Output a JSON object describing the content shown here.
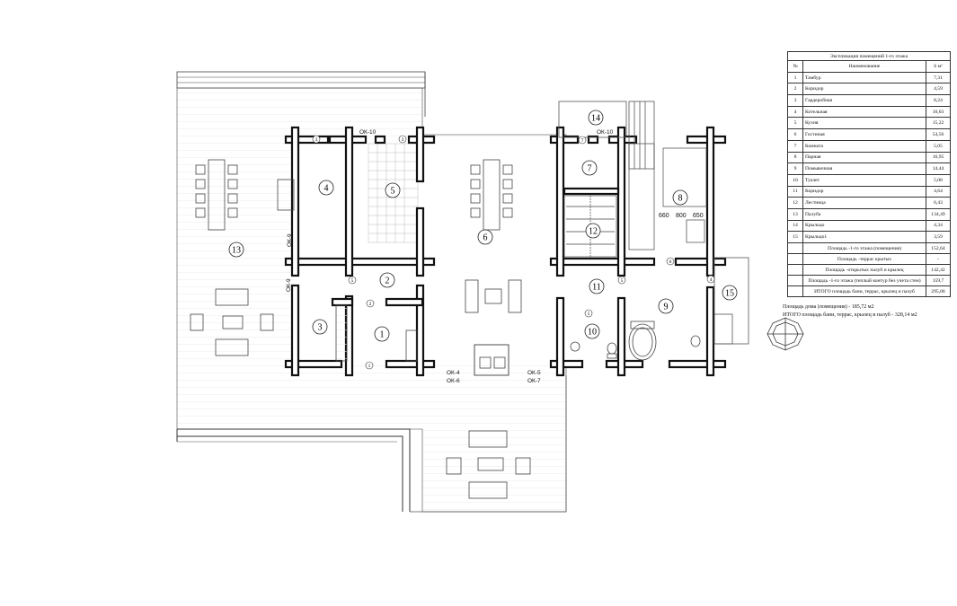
{
  "table": {
    "title": "Экспликация помещений 1-го этажа",
    "headers": [
      "№",
      "Наименование",
      "S м²"
    ],
    "rows": [
      {
        "no": "1",
        "name": "Тамбур",
        "area": "7,31"
      },
      {
        "no": "2",
        "name": "Коридор",
        "area": "4,59"
      },
      {
        "no": "3",
        "name": "Гардеробная",
        "area": "8,24"
      },
      {
        "no": "4",
        "name": "Котельная",
        "area": "10,03"
      },
      {
        "no": "5",
        "name": "Кухня",
        "area": "15,22"
      },
      {
        "no": "6",
        "name": "Гостиная",
        "area": "54,56"
      },
      {
        "no": "7",
        "name": "Комната",
        "area": "5,05"
      },
      {
        "no": "8",
        "name": "Парная",
        "area": "16,95"
      },
      {
        "no": "9",
        "name": "Помывочная",
        "area": "14,44"
      },
      {
        "no": "10",
        "name": "Туалет",
        "area": "5,08"
      },
      {
        "no": "11",
        "name": "Коридор",
        "area": "4,64"
      },
      {
        "no": "12",
        "name": "Лестница",
        "area": "6,43"
      },
      {
        "no": "13",
        "name": "Палуба",
        "area": "134,49"
      },
      {
        "no": "14",
        "name": "Крыльцо",
        "area": "4,34"
      },
      {
        "no": "15",
        "name": "Крыльцо1",
        "area": "3,59"
      }
    ],
    "summary": [
      {
        "name": "Площадь -1-го этажа (помещения)",
        "area": "152,64"
      },
      {
        "name": "Площадь -террас крытых",
        "area": "-"
      },
      {
        "name": "Площадь -открытых палуб и крылец",
        "area": "142,42"
      },
      {
        "name": "Площадь -1-го этажа (теплый контур без учета стен)",
        "area": "159,7"
      },
      {
        "name": "ИТОГО площадь бани, террас, крылец и палуб",
        "area": "295,06"
      }
    ]
  },
  "totals": {
    "line1": "Площадь дома (помещения) -   185,72 м2",
    "line2": "ИТОГО площадь бани, террас, крылец и палуб - 328,14 м2"
  },
  "plan": {
    "rooms": [
      {
        "label": "1"
      },
      {
        "label": "2"
      },
      {
        "label": "3"
      },
      {
        "label": "4"
      },
      {
        "label": "5"
      },
      {
        "label": "6"
      },
      {
        "label": "7"
      },
      {
        "label": "8"
      },
      {
        "label": "9"
      },
      {
        "label": "10"
      },
      {
        "label": "11"
      },
      {
        "label": "12"
      },
      {
        "label": "13"
      },
      {
        "label": "14"
      },
      {
        "label": "15"
      }
    ],
    "windows": [
      "ОК-10",
      "ОК-10",
      "ОК-9",
      "ОК-9",
      "ОК-4",
      "ОК-6",
      "ОК-5",
      "ОК-7"
    ],
    "door_marks": [
      "1",
      "2",
      "3",
      "3",
      "5",
      "5",
      "6",
      "4",
      "5",
      "7"
    ],
    "dimensions": [
      "660",
      "800",
      "650"
    ]
  }
}
